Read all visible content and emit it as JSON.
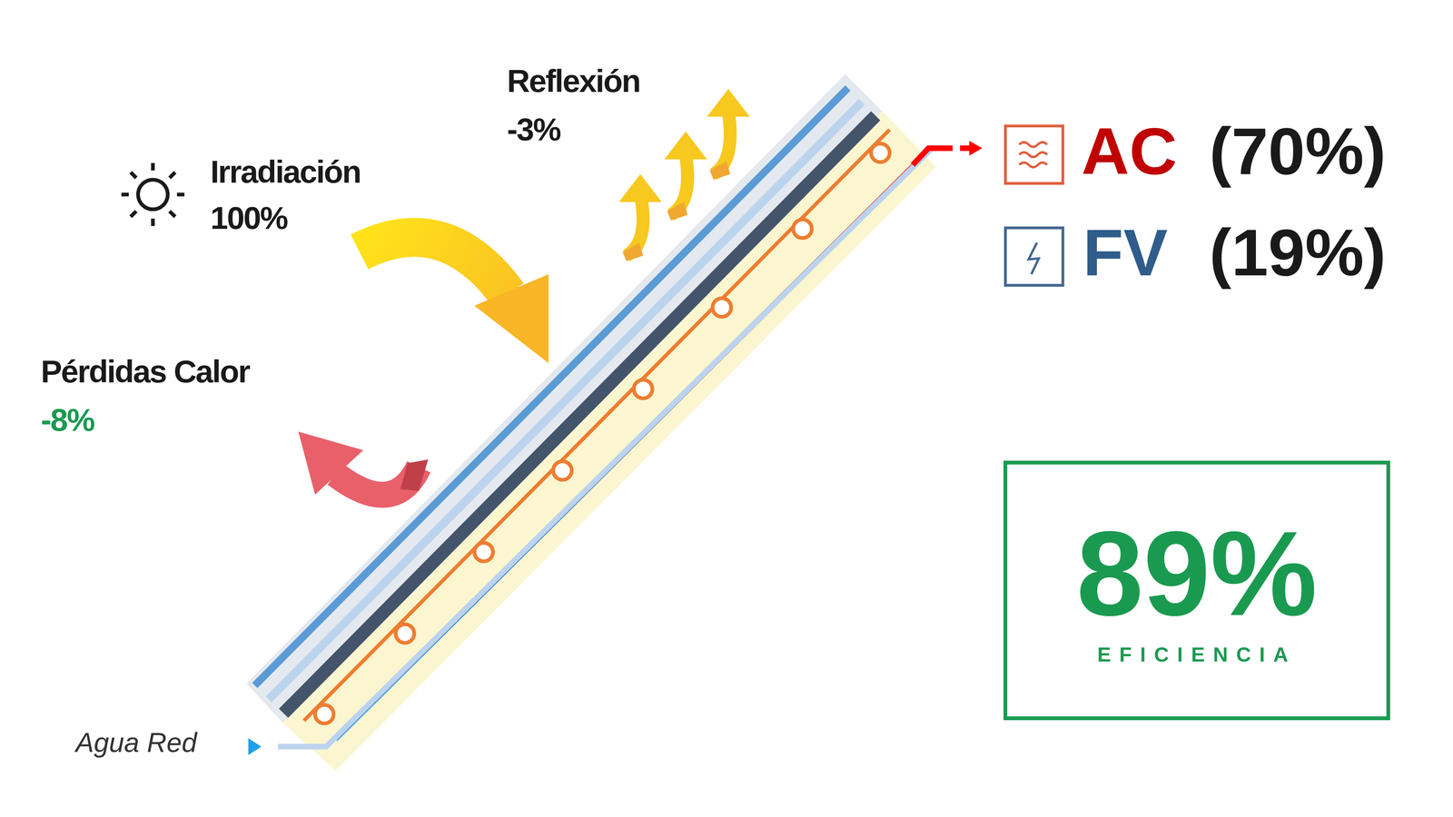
{
  "diagram": {
    "nodes": [
      {
        "text": [
          "89%",
          "EFICIENCIA"
        ]
      }
    ],
    "labels": [
      "Reflexión",
      "-3%",
      "Irradiación",
      "100%",
      "Pérdidas Calor",
      "-8%",
      "Agua Red",
      "AC",
      "(70%)",
      "FV",
      "(19%)"
    ]
  }
}
